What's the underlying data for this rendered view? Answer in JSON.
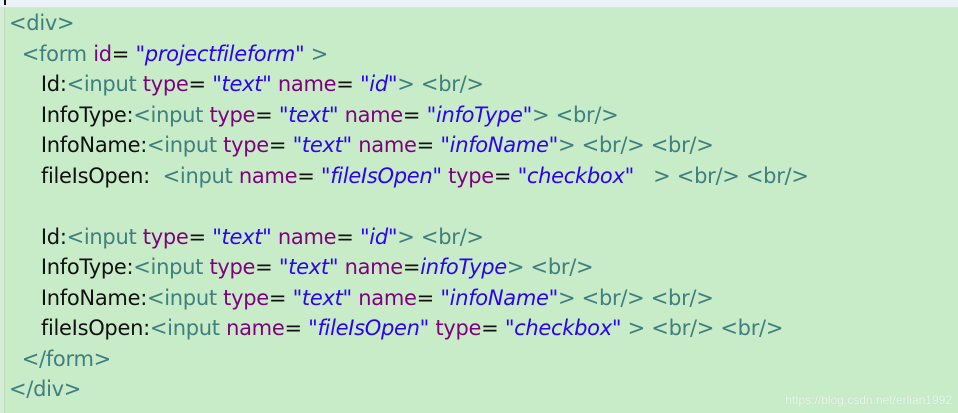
{
  "editor": {
    "background": "#c8ebc8",
    "colors": {
      "tag": "#3f7f7f",
      "attribute": "#7f007f",
      "value": "#2a00ff",
      "text": "#111111"
    },
    "lines": [
      {
        "indent": "",
        "tokens": [
          {
            "t": "tag",
            "v": "<div>"
          }
        ]
      },
      {
        "indent": "  ",
        "tokens": [
          {
            "t": "tag",
            "v": "<form "
          },
          {
            "t": "attr",
            "v": "id"
          },
          {
            "t": "eq",
            "v": "= "
          },
          {
            "t": "val",
            "v": "\"projectfileform\""
          },
          {
            "t": "tag",
            "v": " >"
          }
        ]
      },
      {
        "indent": "     ",
        "tokens": [
          {
            "t": "txt",
            "v": "Id:"
          },
          {
            "t": "tag",
            "v": "<input "
          },
          {
            "t": "attr",
            "v": "type"
          },
          {
            "t": "eq",
            "v": "= "
          },
          {
            "t": "val",
            "v": "\"text\""
          },
          {
            "t": "attr",
            "v": " name"
          },
          {
            "t": "eq",
            "v": "= "
          },
          {
            "t": "val",
            "v": "\"id\""
          },
          {
            "t": "tag",
            "v": "> <br/>"
          }
        ]
      },
      {
        "indent": "     ",
        "tokens": [
          {
            "t": "txt",
            "v": "InfoType:"
          },
          {
            "t": "tag",
            "v": "<input "
          },
          {
            "t": "attr",
            "v": "type"
          },
          {
            "t": "eq",
            "v": "= "
          },
          {
            "t": "val",
            "v": "\"text\""
          },
          {
            "t": "attr",
            "v": " name"
          },
          {
            "t": "eq",
            "v": "= "
          },
          {
            "t": "val",
            "v": "\"infoType\""
          },
          {
            "t": "tag",
            "v": "> <br/>"
          }
        ]
      },
      {
        "indent": "     ",
        "tokens": [
          {
            "t": "txt",
            "v": "InfoName:"
          },
          {
            "t": "tag",
            "v": "<input "
          },
          {
            "t": "attr",
            "v": "type"
          },
          {
            "t": "eq",
            "v": "= "
          },
          {
            "t": "val",
            "v": "\"text\""
          },
          {
            "t": "attr",
            "v": " name"
          },
          {
            "t": "eq",
            "v": "= "
          },
          {
            "t": "val",
            "v": "\"infoName\""
          },
          {
            "t": "tag",
            "v": "> <br/> <br/>"
          }
        ]
      },
      {
        "indent": "     ",
        "tokens": [
          {
            "t": "txt",
            "v": "fileIsOpen:  "
          },
          {
            "t": "tag",
            "v": "<input "
          },
          {
            "t": "attr",
            "v": "name"
          },
          {
            "t": "eq",
            "v": "= "
          },
          {
            "t": "val",
            "v": "\"fileIsOpen\""
          },
          {
            "t": "attr",
            "v": " type"
          },
          {
            "t": "eq",
            "v": "= "
          },
          {
            "t": "val",
            "v": "\"checkbox\""
          },
          {
            "t": "tag",
            "v": "   > <br/> <br/>"
          }
        ]
      },
      {
        "indent": "",
        "tokens": []
      },
      {
        "indent": "     ",
        "tokens": [
          {
            "t": "txt",
            "v": "Id:"
          },
          {
            "t": "tag",
            "v": "<input "
          },
          {
            "t": "attr",
            "v": "type"
          },
          {
            "t": "eq",
            "v": "= "
          },
          {
            "t": "val",
            "v": "\"text\""
          },
          {
            "t": "attr",
            "v": " name"
          },
          {
            "t": "eq",
            "v": "= "
          },
          {
            "t": "val",
            "v": "\"id\""
          },
          {
            "t": "tag",
            "v": "> <br/>"
          }
        ]
      },
      {
        "indent": "     ",
        "tokens": [
          {
            "t": "txt",
            "v": "InfoType:"
          },
          {
            "t": "tag",
            "v": "<input "
          },
          {
            "t": "attr",
            "v": "type"
          },
          {
            "t": "eq",
            "v": "= "
          },
          {
            "t": "val",
            "v": "\"text\""
          },
          {
            "t": "attr",
            "v": " name"
          },
          {
            "t": "eq",
            "v": "="
          },
          {
            "t": "val",
            "v": "infoType"
          },
          {
            "t": "tag",
            "v": "> <br/>"
          }
        ]
      },
      {
        "indent": "     ",
        "tokens": [
          {
            "t": "txt",
            "v": "InfoName:"
          },
          {
            "t": "tag",
            "v": "<input "
          },
          {
            "t": "attr",
            "v": "type"
          },
          {
            "t": "eq",
            "v": "= "
          },
          {
            "t": "val",
            "v": "\"text\""
          },
          {
            "t": "attr",
            "v": " name"
          },
          {
            "t": "eq",
            "v": "= "
          },
          {
            "t": "val",
            "v": "\"infoName\""
          },
          {
            "t": "tag",
            "v": "> <br/> <br/>"
          }
        ]
      },
      {
        "indent": "     ",
        "tokens": [
          {
            "t": "txt",
            "v": "fileIsOpen:"
          },
          {
            "t": "tag",
            "v": "<input "
          },
          {
            "t": "attr",
            "v": "name"
          },
          {
            "t": "eq",
            "v": "= "
          },
          {
            "t": "val",
            "v": "\"fileIsOpen\""
          },
          {
            "t": "attr",
            "v": " type"
          },
          {
            "t": "eq",
            "v": "= "
          },
          {
            "t": "val",
            "v": "\"checkbox\""
          },
          {
            "t": "tag",
            "v": " > <br/> <br/>"
          }
        ]
      },
      {
        "indent": "  ",
        "tokens": [
          {
            "t": "tag",
            "v": "</form>"
          }
        ]
      },
      {
        "indent": "",
        "tokens": [
          {
            "t": "tag",
            "v": "</div>"
          }
        ]
      }
    ]
  },
  "watermark": "https://blog.csdn.net/erlian1992"
}
